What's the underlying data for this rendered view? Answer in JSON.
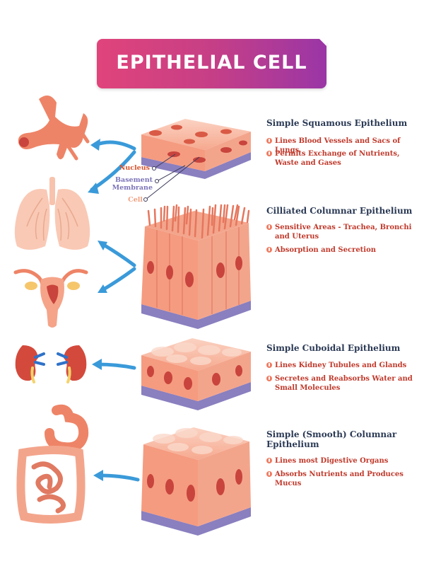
{
  "title": "EPITHELIAL CELL",
  "callouts": {
    "nucleus": "Nucleus",
    "basement_1": "Basement",
    "basement_2": "Membrane",
    "cell": "Cell"
  },
  "sections": [
    {
      "title": "Simple Squamous Epithelium",
      "bullets": [
        "Lines Blood Vessels and Sacs of Lungs",
        "Permits Exchange of Nutrients,",
        "Waste and Gases"
      ]
    },
    {
      "title": "Cilliated Columnar Epithelium",
      "bullets": [
        "Sensitive Areas - Trachea, Bronchi",
        "and Uterus",
        "Absorption and Secretion"
      ]
    },
    {
      "title": "Simple Cuboidal Epithelium",
      "bullets": [
        "Lines Kidney Tubules and Glands",
        "Secretes and Reabsorbs Water and",
        "Small Molecules"
      ]
    },
    {
      "title_1": "Simple (Smooth) Columnar",
      "title_2": "Epithelium",
      "bullets": [
        "Lines most Digestive Organs",
        "Absorbs Nutrients and Produces Mucus"
      ]
    }
  ],
  "colors": {
    "accent_blue": "#3a9ad9",
    "tissue": "#f5a489",
    "tissue_dark": "#e07a62",
    "nucleus": "#c8443d",
    "membrane": "#8a7fbf",
    "title_text": "#2b3a55",
    "bullet_text": "#c0392b"
  },
  "icons": [
    "trachea-icon",
    "lungs-icon",
    "uterus-icon",
    "kidneys-icon",
    "digestive-tract-icon"
  ]
}
